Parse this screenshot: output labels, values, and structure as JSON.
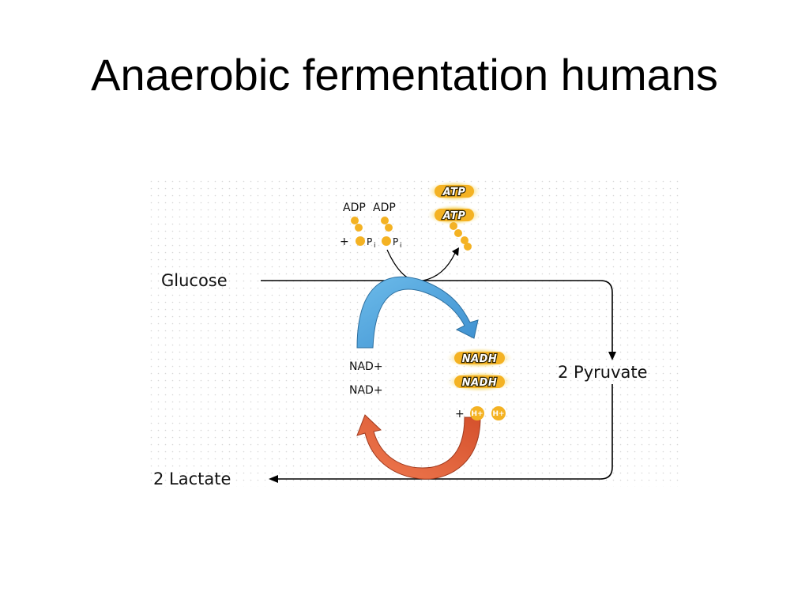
{
  "title": "Anaerobic fermentation humans",
  "diagram": {
    "glucose": "Glucose",
    "pyruvate": "2 Pyruvate",
    "lactate": "2 Lactate",
    "adp_1": "ADP",
    "adp_2": "ADP",
    "plus_p": "+",
    "p_1": "P",
    "p_2": "P",
    "p_sub": "i",
    "atp_1": "ATP",
    "atp_2": "ATP",
    "nadh_1": "NADH",
    "nadh_2": "NADH",
    "plus_h": "+",
    "h_1": "H+",
    "h_2": "H+",
    "nad_1": "NAD+",
    "nad_2": "NAD+"
  },
  "colors": {
    "atp_orange": "#f4b223",
    "glow": "#f8e49a",
    "blue_arrow": "#5aaee0",
    "red_arrow": "#e8603a",
    "line": "#000000"
  }
}
